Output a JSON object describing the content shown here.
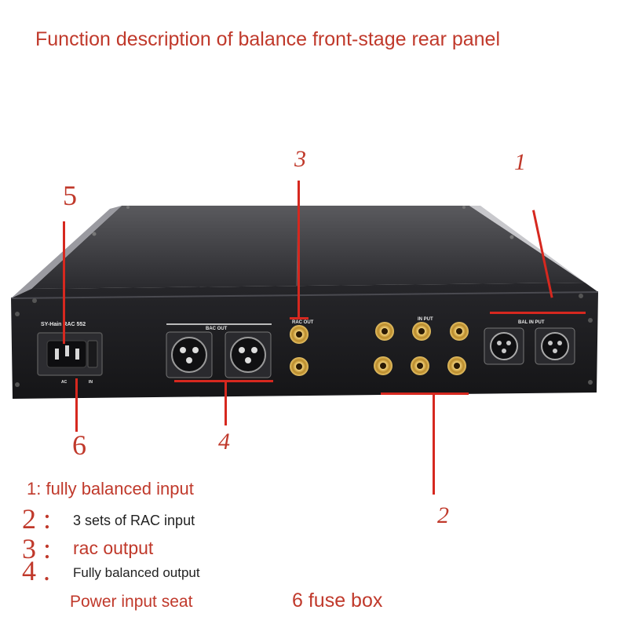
{
  "title": "Function description of balance front-stage rear panel",
  "device": {
    "model_label": "SY-Hain  RAC 552",
    "rac_out_label": "RAC OUT",
    "bac_out_label": "BAC OUT",
    "in_put_label": "IN PUT",
    "bal_in_put_label": "BAL IN PUT",
    "ac_label": "AC",
    "in_label": "IN"
  },
  "callouts": {
    "n1": "1",
    "n2": "2",
    "n3": "3",
    "n4": "4",
    "n5": "5",
    "n6": "6"
  },
  "legend": {
    "l1": "1: fully balanced input",
    "l2_num": "2 :",
    "l2_text": "3 sets of RAC input",
    "l3_num": "3 :",
    "l3_text": "rac output",
    "l4_num": "4 .",
    "l4_text": "Fully balanced output",
    "l5_text": "Power input seat",
    "l6_text": "6 fuse box"
  },
  "colors": {
    "annotation_red": "#c0392b",
    "panel_black": "#1e1e20",
    "rca_gold": "#c9a13a"
  }
}
